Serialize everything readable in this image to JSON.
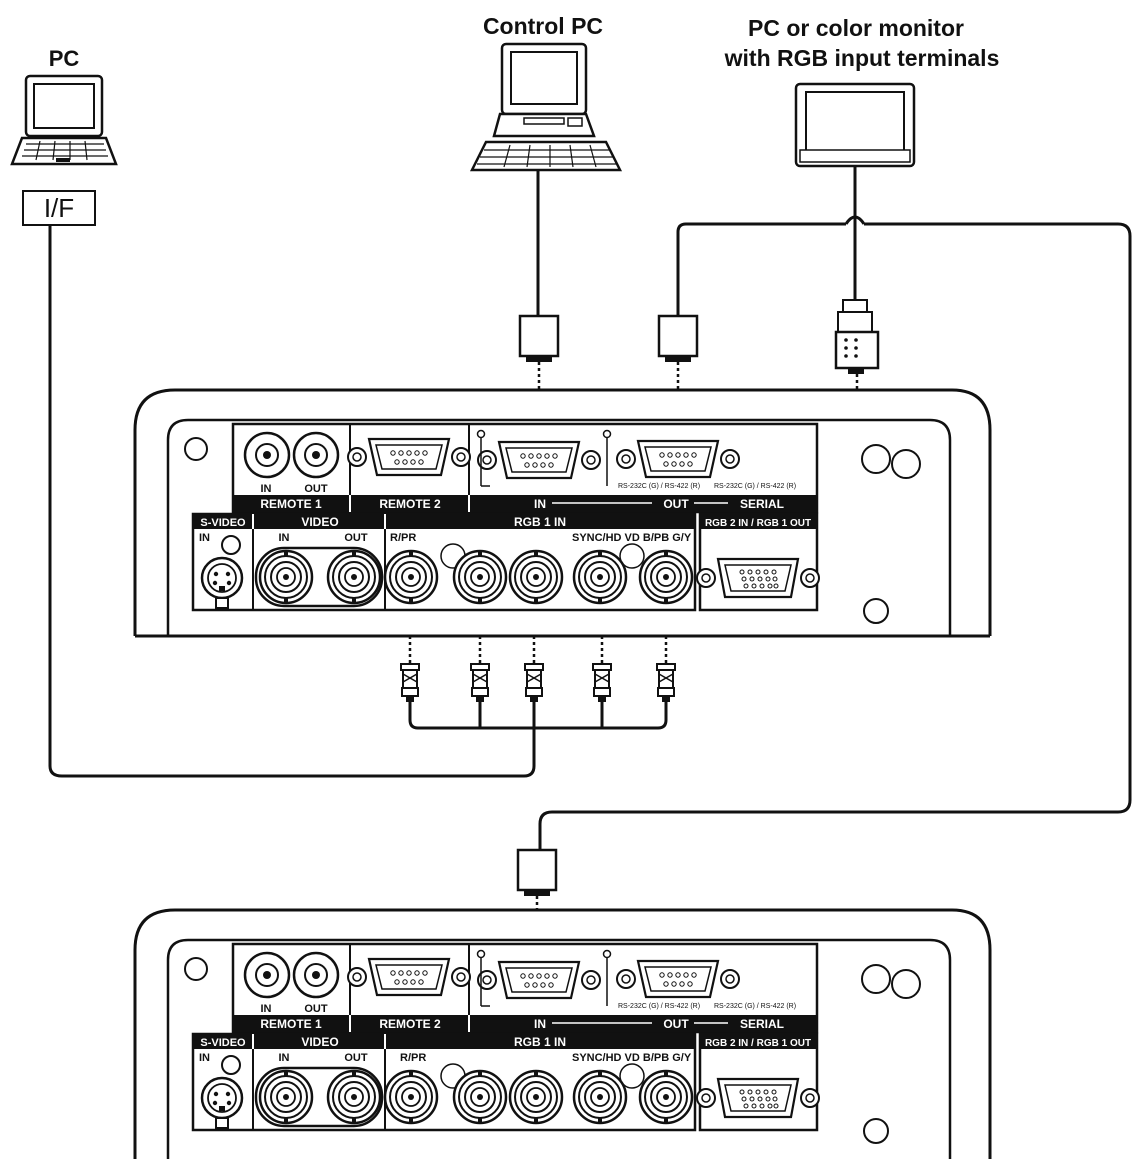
{
  "devices": {
    "pc": {
      "label": "PC",
      "interface": "I/F"
    },
    "control_pc": {
      "label": "Control PC"
    },
    "monitor": {
      "line1": "PC or color monitor",
      "line2": "with RGB input terminals"
    }
  },
  "panel": {
    "remote1_in": "IN",
    "remote1_out": "OUT",
    "remote1": "REMOTE 1",
    "remote2": "REMOTE 2",
    "serial_in": "IN",
    "serial_out": "OUT",
    "serial": "SERIAL",
    "serial_in_spec": "RS-232C (G) / RS-422 (R)",
    "serial_out_spec": "RS-232C (G) / RS-422 (R)",
    "svideo": "S-VIDEO",
    "svideo_in": "IN",
    "video": "VIDEO",
    "video_in": "IN",
    "video_out": "OUT",
    "rgb1_in": "RGB 1 IN",
    "r_pr": "R/PR",
    "sync_labels": "SYNC/HD VD B/PB G/Y",
    "rgb2": "RGB 2 IN / RGB 1 OUT"
  },
  "colors": {
    "line": "#111111",
    "panel_bg": "#ffffff",
    "label_bar": "#111111"
  }
}
